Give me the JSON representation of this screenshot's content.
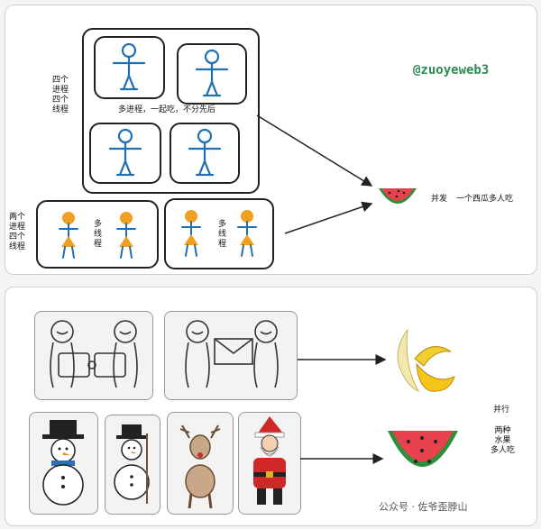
{
  "top": {
    "watermark": "@zuoyeweb3",
    "label_four_process": "四个\n进程\n四个\n线程",
    "multi_process_caption": "多进程，一起吃，不分先后",
    "label_two_process": "两个\n进程\n四个\n线程",
    "multi_thread_a": "多\n线\n程",
    "multi_thread_b": "多\n线\n程",
    "concurrency_label": "并发",
    "concurrency_desc": "一个西瓜多人吃"
  },
  "bottom": {
    "parallel_label": "并行",
    "parallel_desc": "两种\n水果\n多人吃",
    "footer": "公众号 · 佐爷歪脖山"
  },
  "colors": {
    "stick_blue": "#1f6fb5",
    "hair_orange": "#f0a020",
    "watermark_green": "#2e8b57",
    "watermelon_red": "#e8424c",
    "rind_green": "#2f8f3a"
  }
}
